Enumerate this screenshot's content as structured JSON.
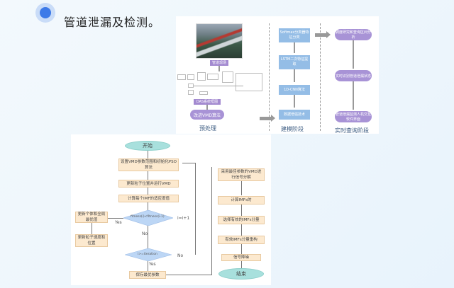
{
  "header": {
    "title": "管道泄漏及检测。"
  },
  "pipeline": {
    "photo_label": "管道现场",
    "das_label": "DAS系统框图",
    "vmd_label": "改进VMD算法",
    "stage_pre": "预处理",
    "modeling": {
      "boxes": [
        "Softmax分类器特征分类",
        "LSTM二次特征提取",
        "1D-CNN算法",
        "数据增强技术"
      ],
      "stage": "建模阶段"
    },
    "realtime": {
      "pills": [
        "调度研究和查询区间分析",
        "实时识别管道泄漏状态",
        "管道泄漏监测人机交互软件界面"
      ],
      "stage": "实时查询阶段"
    },
    "colors": {
      "purple": "#a893d6",
      "blue": "#94bde6"
    }
  },
  "flowchart": {
    "start": "开始",
    "end": "结束",
    "left_steps": [
      "设置VMD参数范围和初始化PSO算法",
      "更新粒子位置并运行VMD",
      "计算每个IMF的适应度值"
    ],
    "decision1": "fitness(i)<fitness(i-1)",
    "decision2": "i>=iteration",
    "side_steps": [
      "更新个体和全局最优值",
      "更新粒子速度和位置"
    ],
    "save_step": "保存最优参数",
    "right_steps": [
      "采用最佳参数的VMD进行信号分解",
      "计算IMFs的",
      "选择有效的IMFs分量",
      "有效IMFs分量重构",
      "信号降噪"
    ],
    "labels": {
      "yes": "Yes",
      "no": "No",
      "increment": "i=i+1"
    }
  }
}
